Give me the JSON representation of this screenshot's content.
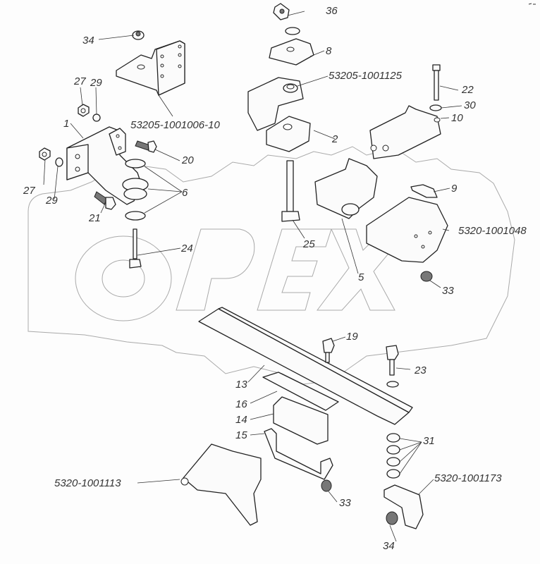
{
  "diagram": {
    "type": "exploded-parts-diagram",
    "watermark": "OPEX",
    "corner_mark": "..",
    "callouts": [
      {
        "id": "c34a",
        "text": "34"
      },
      {
        "id": "c36",
        "text": "36"
      },
      {
        "id": "c8",
        "text": "8"
      },
      {
        "id": "c53205_1001125",
        "text": "53205-1001125"
      },
      {
        "id": "c27a",
        "text": "27"
      },
      {
        "id": "c29a",
        "text": "29"
      },
      {
        "id": "c53205_1001006_10",
        "text": "53205-1001006-10"
      },
      {
        "id": "c1",
        "text": "1"
      },
      {
        "id": "c22",
        "text": "22"
      },
      {
        "id": "c30",
        "text": "30"
      },
      {
        "id": "c10",
        "text": "10"
      },
      {
        "id": "c2",
        "text": "2"
      },
      {
        "id": "c20",
        "text": "20"
      },
      {
        "id": "c27b",
        "text": "27"
      },
      {
        "id": "c29b",
        "text": "29"
      },
      {
        "id": "c6",
        "text": "6"
      },
      {
        "id": "c21",
        "text": "21"
      },
      {
        "id": "c9",
        "text": "9"
      },
      {
        "id": "c5320_1001048",
        "text": "5320-1001048"
      },
      {
        "id": "c24",
        "text": "24"
      },
      {
        "id": "c25",
        "text": "25"
      },
      {
        "id": "c5",
        "text": "5"
      },
      {
        "id": "c33a",
        "text": "33"
      },
      {
        "id": "c19",
        "text": "19"
      },
      {
        "id": "c23",
        "text": "23"
      },
      {
        "id": "c13",
        "text": "13"
      },
      {
        "id": "c16",
        "text": "16"
      },
      {
        "id": "c14",
        "text": "14"
      },
      {
        "id": "c15",
        "text": "15"
      },
      {
        "id": "c31",
        "text": "31"
      },
      {
        "id": "c5320_1001113",
        "text": "5320-1001113"
      },
      {
        "id": "c5320_1001173",
        "text": "5320-1001173"
      },
      {
        "id": "c33b",
        "text": "33"
      },
      {
        "id": "c34b",
        "text": "34"
      }
    ]
  }
}
